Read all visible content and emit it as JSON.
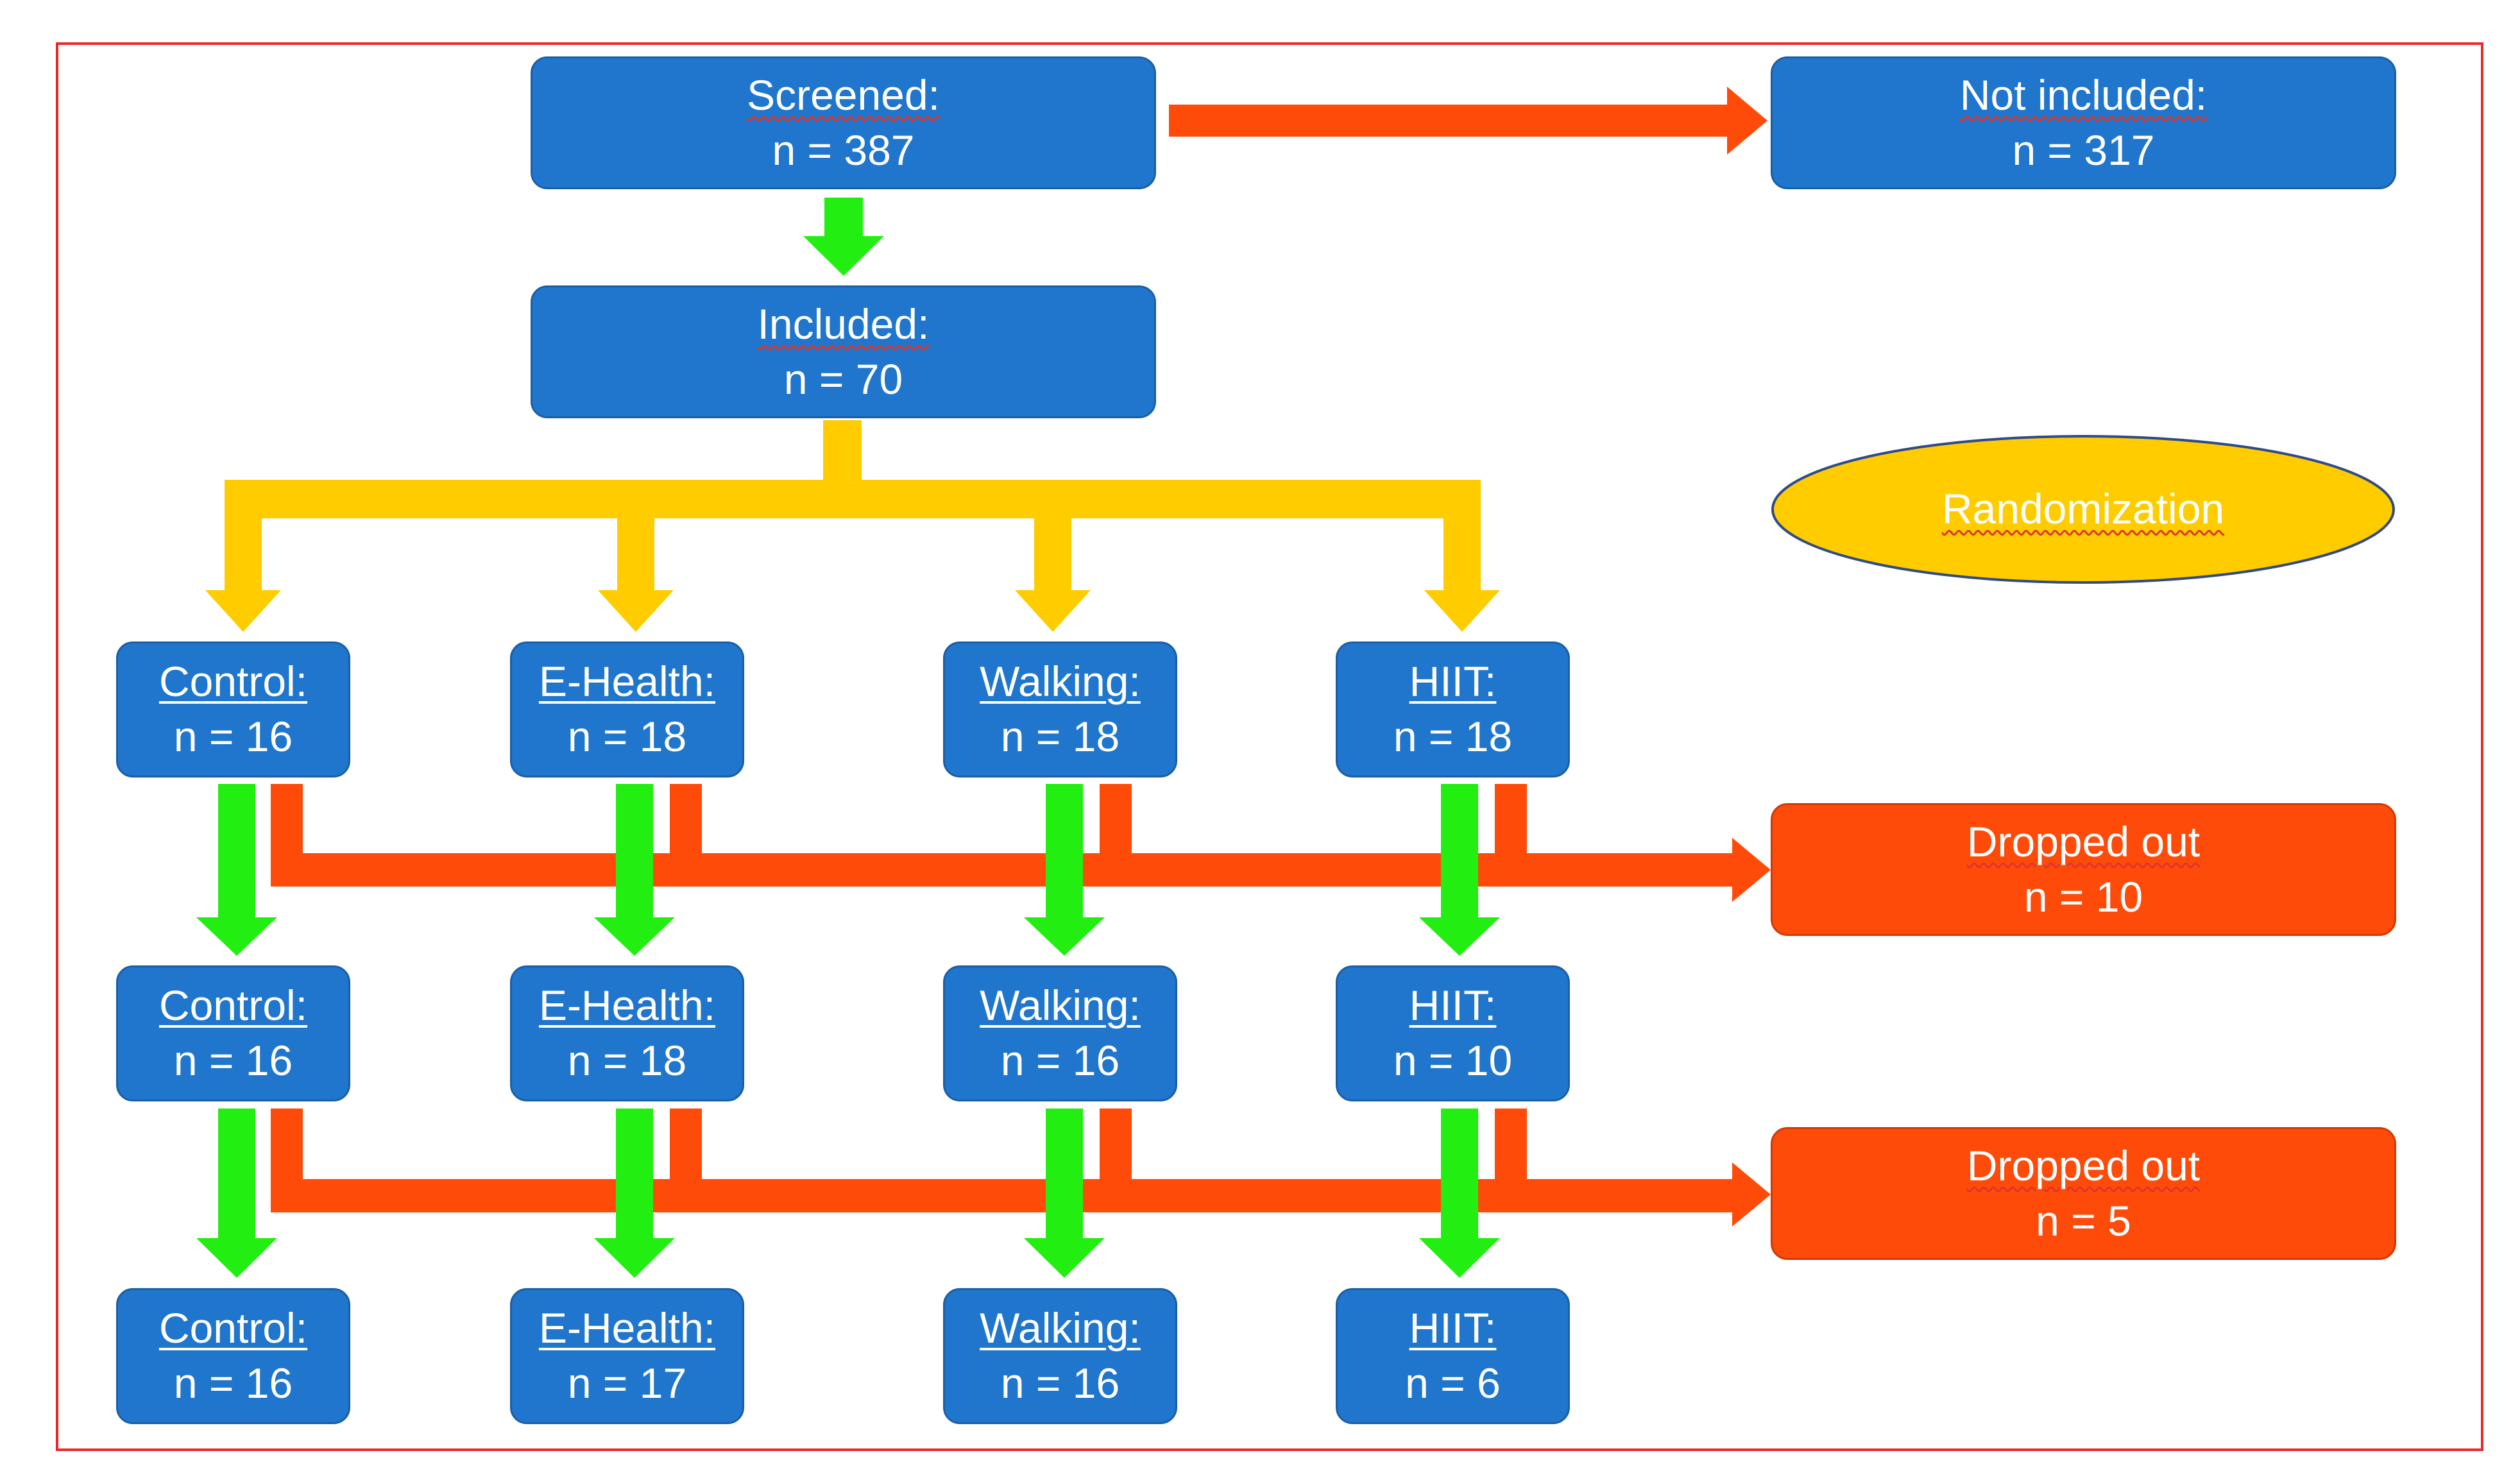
{
  "colors": {
    "box_blue": "#1f76cc",
    "dropout_orange": "#ff4b0a",
    "arrow_green": "#22ee11",
    "arrow_orange": "#ff4b0a",
    "arrow_yellow": "#ffcc00",
    "frame_red": "#e8292a"
  },
  "screened": {
    "label": "Screened:",
    "value": "n = 387"
  },
  "not_included": {
    "label": "Not included:",
    "value": "n = 317"
  },
  "included": {
    "label": "Included:",
    "value": "n = 70"
  },
  "randomization": {
    "label": "Randomization"
  },
  "row1": [
    {
      "label": "Control:",
      "value": "n = 16"
    },
    {
      "label": "E-Health:",
      "value": "n = 18"
    },
    {
      "label": "Walking:",
      "value": "n = 18"
    },
    {
      "label": "HIIT:",
      "value": "n = 18"
    }
  ],
  "dropout1": {
    "label": "Dropped out",
    "value": "n = 10"
  },
  "row2": [
    {
      "label": "Control:",
      "value": "n = 16"
    },
    {
      "label": "E-Health:",
      "value": "n = 18"
    },
    {
      "label": "Walking:",
      "value": "n = 16"
    },
    {
      "label": "HIIT:",
      "value": "n = 10"
    }
  ],
  "dropout2": {
    "label": "Dropped out",
    "value": "n = 5"
  },
  "row3": [
    {
      "label": "Control:",
      "value": "n = 16"
    },
    {
      "label": "E-Health:",
      "value": "n = 17"
    },
    {
      "label": "Walking:",
      "value": "n = 16"
    },
    {
      "label": "HIIT:",
      "value": "n = 6"
    }
  ]
}
